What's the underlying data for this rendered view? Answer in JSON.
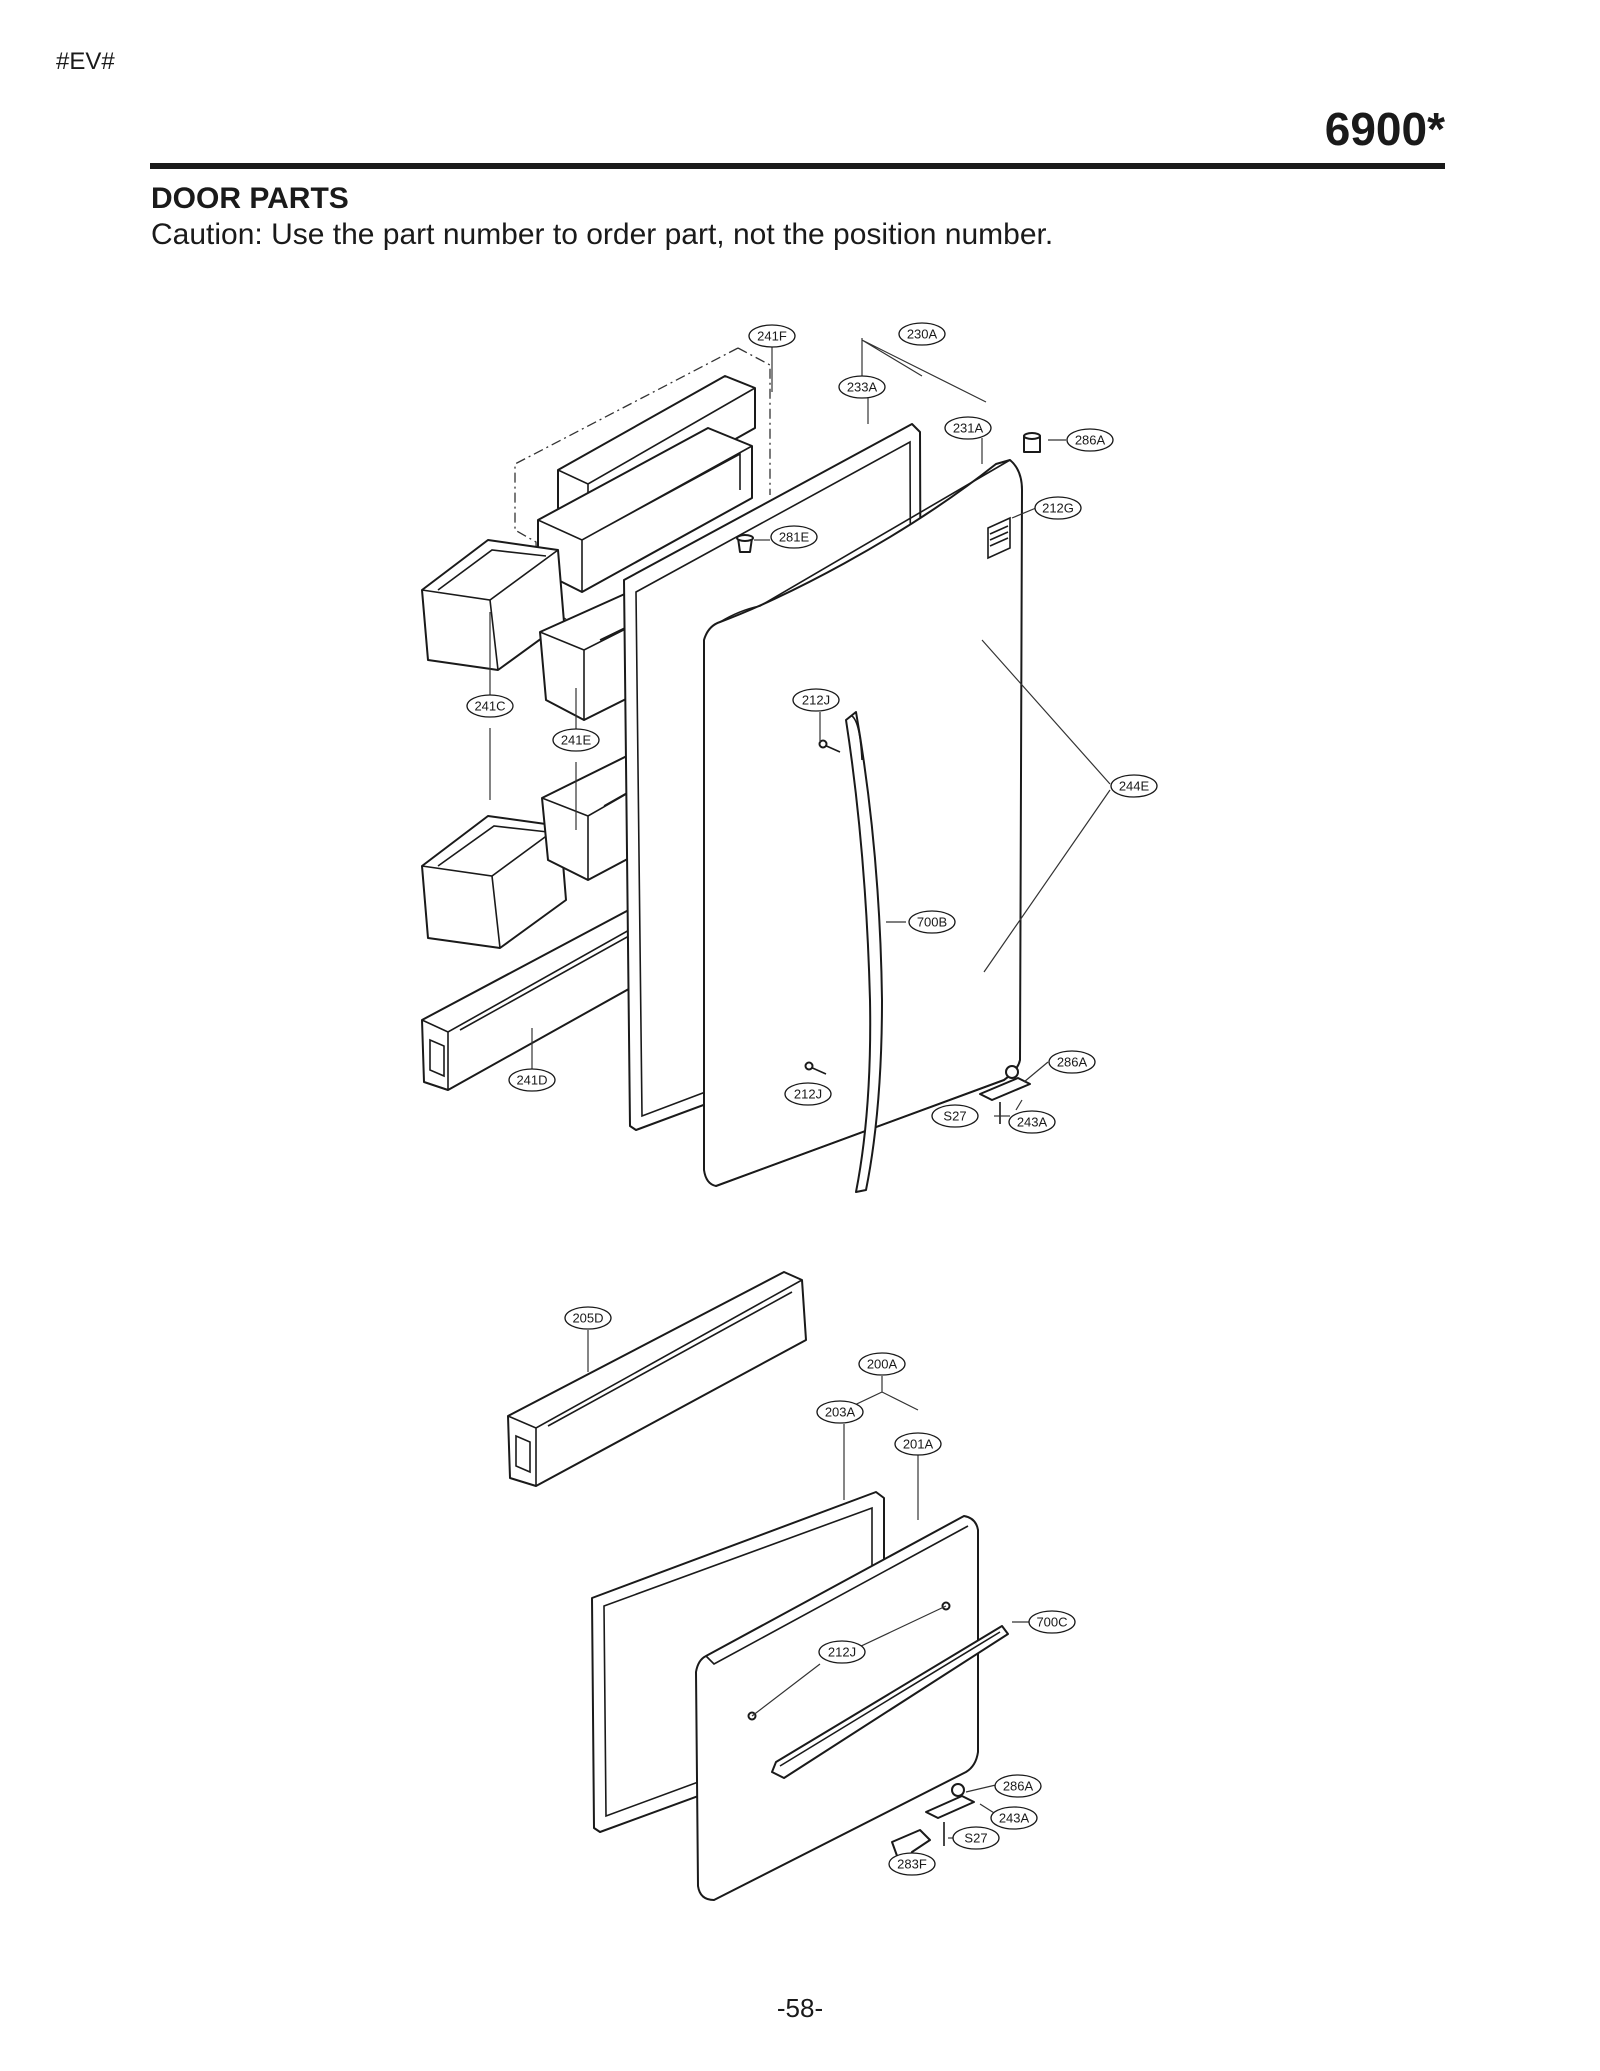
{
  "header": {
    "corner_code": "#EV#",
    "model": "6900*",
    "section_title": "DOOR PARTS",
    "caution": "Caution: Use the part number to order part, not the position number."
  },
  "footer": {
    "page": "-58-"
  },
  "callouts": {
    "c241F": "241F",
    "c230A": "230A",
    "c233A": "233A",
    "c231A": "231A",
    "c286A_top": "286A",
    "c212G": "212G",
    "c281E": "281E",
    "c212J_a": "212J",
    "c241C": "241C",
    "c241E": "241E",
    "c244E": "244E",
    "c700B": "700B",
    "c241D": "241D",
    "c212J_b": "212J",
    "c286A_hinge": "286A",
    "cS27_top": "S27",
    "c243A_top": "243A",
    "c205D": "205D",
    "c200A": "200A",
    "c203A": "203A",
    "c201A": "201A",
    "c700C": "700C",
    "c212J_c": "212J",
    "c286A_bottom": "286A",
    "c243A_bottom": "243A",
    "cS27_bottom": "S27",
    "c283F": "283F"
  }
}
